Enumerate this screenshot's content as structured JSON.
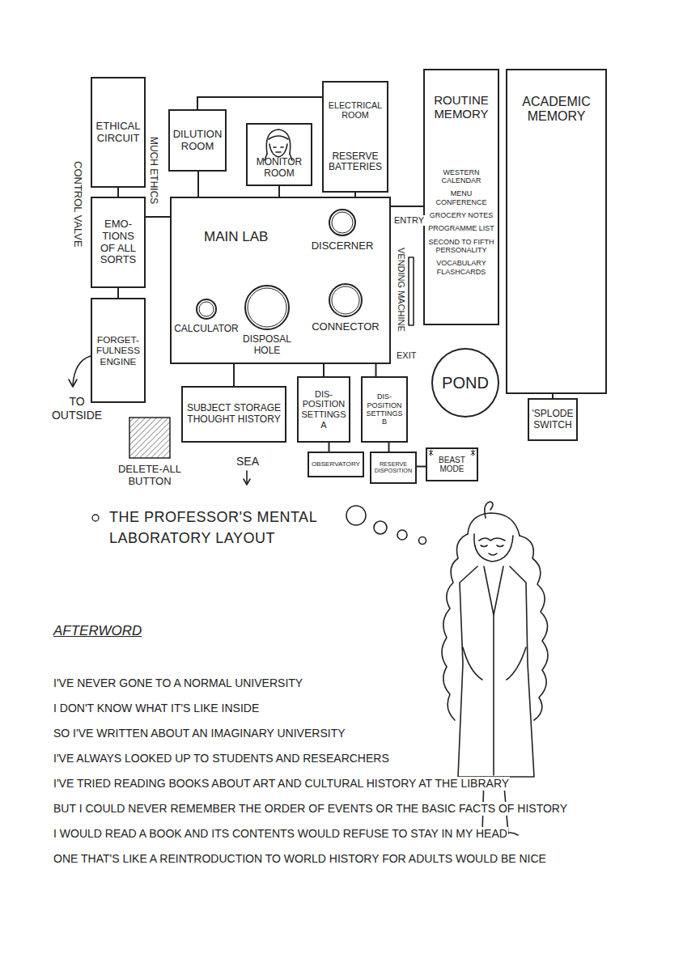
{
  "diagram": {
    "caption": "THE PROFESSOR'S MENTAL LABORATORY LAYOUT",
    "nodes": [
      {
        "text": [
          "ETHICAL CIRCUIT"
        ]
      },
      {
        "text": [
          "DILUTION ROOM"
        ]
      },
      {
        "text": [
          "MONITOR ROOM"
        ]
      },
      {
        "text": [
          "ELECTRICAL ROOM",
          "RESERVE BATTERIES"
        ]
      },
      {
        "text": [
          "ROUTINE MEMORY",
          "WESTERN CALENDAR",
          "MENU CONFERENCE",
          "GROCERY NOTES",
          "PROGRAMME LIST",
          "SECOND TO FIFTH PERSONALITY",
          "VOCABULARY FLASHCARDS"
        ]
      },
      {
        "text": [
          "ACADEMIC MEMORY"
        ]
      },
      {
        "text": [
          "EMO-TIONS OF ALL SORTS"
        ]
      },
      {
        "text": [
          "MAIN LAB"
        ]
      },
      {
        "text": [
          "DISCERNER"
        ],
        "in": 7
      },
      {
        "text": [
          "CALCULATOR"
        ],
        "in": 7
      },
      {
        "text": [
          "DISPOSAL HOLE"
        ],
        "in": 7
      },
      {
        "text": [
          "CONNECTOR"
        ],
        "in": 7
      },
      {
        "text": [
          "FORGET-FULNESS ENGINE"
        ]
      },
      {
        "text": [
          "POND"
        ]
      },
      {
        "text": [
          "'SPLODE SWITCH"
        ]
      },
      {
        "text": [
          "SUBJECT STORAGE THOUGHT HISTORY"
        ]
      },
      {
        "text": [
          "DIS-POSITION SETTINGS A"
        ]
      },
      {
        "text": [
          "DIS-POSITION SETTINGS B"
        ]
      },
      {
        "text": [
          "DELETE-ALL BUTTON"
        ]
      },
      {
        "text": [
          "OBSERVATORY"
        ]
      },
      {
        "text": [
          "RESERVE DISPOSITION"
        ]
      },
      {
        "text": [
          "BEAST MODE"
        ]
      }
    ],
    "edges": [
      {
        "from": 0,
        "to": 6,
        "arrow": "none"
      },
      {
        "from": 6,
        "to": 12,
        "arrow": "none"
      },
      {
        "from": 1,
        "to": 3,
        "arrow": "none"
      },
      {
        "from": 1,
        "to": 7,
        "arrow": "none"
      },
      {
        "from": 2,
        "to": 7,
        "arrow": "none"
      },
      {
        "from": 3,
        "to": 7,
        "arrow": "none"
      },
      {
        "from": 6,
        "to": 7,
        "arrow": "none"
      },
      {
        "from": 7,
        "to": 4,
        "arrow": "none"
      },
      {
        "from": 5,
        "to": 14,
        "arrow": "none"
      },
      {
        "from": 7,
        "to": 15,
        "arrow": "none"
      },
      {
        "from": 7,
        "to": 16,
        "arrow": "none"
      },
      {
        "from": 7,
        "to": 17,
        "arrow": "none"
      },
      {
        "from": 16,
        "to": 19,
        "arrow": "none"
      },
      {
        "from": 17,
        "to": 20,
        "arrow": "none"
      },
      {
        "from": 20,
        "to": 21,
        "arrow": "none"
      }
    ],
    "labels": [
      "CONTROL VALVE",
      "MUCH ETHICS",
      "ENTRY",
      "VENDING MACHINE",
      "EXIT",
      "TO OUTSIDE",
      "SEA",
      "AFTERWORD",
      "I'VE NEVER GONE TO A NORMAL UNIVERSITY",
      "I DON'T KNOW WHAT IT'S LIKE INSIDE",
      "SO I'VE WRITTEN ABOUT AN IMAGINARY UNIVERSITY",
      "I'VE ALWAYS LOOKED UP TO STUDENTS AND RESEARCHERS",
      "I'VE TRIED READING BOOKS ABOUT ART AND CULTURAL HISTORY AT THE LIBRARY",
      "BUT I COULD NEVER REMEMBER THE ORDER OF EVENTS OR THE BASIC FACTS OF HISTORY",
      "I WOULD READ A BOOK AND ITS CONTENTS WOULD REFUSE TO STAY IN MY HEAD",
      "ONE THAT'S LIKE A REINTRODUCTION TO WORLD HISTORY FOR ADULTS WOULD BE NICE"
    ]
  }
}
